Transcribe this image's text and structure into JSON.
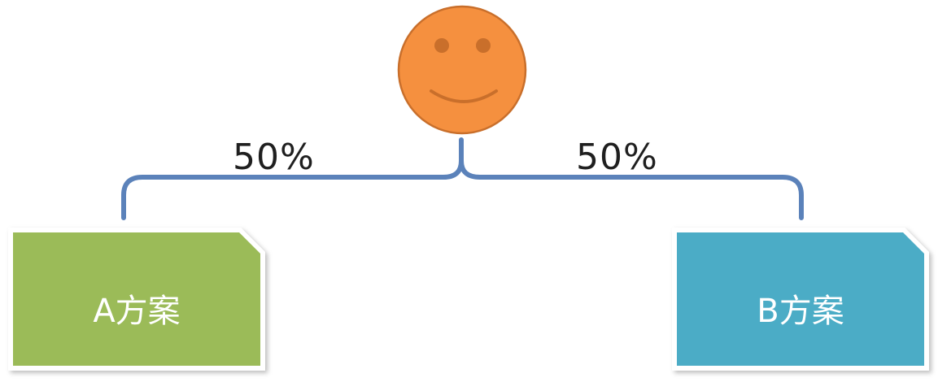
{
  "split": {
    "left_percent": "50%",
    "right_percent": "50%"
  },
  "options": {
    "a_label": "A方案",
    "b_label": "B方案"
  },
  "colors": {
    "face": "#F5903F",
    "face_outline": "#C96F2B",
    "bracket": "#5B82BA",
    "option_a": "#9BBB59",
    "option_b": "#4BACC6"
  },
  "icons": {
    "center": "smiley-face-icon"
  }
}
